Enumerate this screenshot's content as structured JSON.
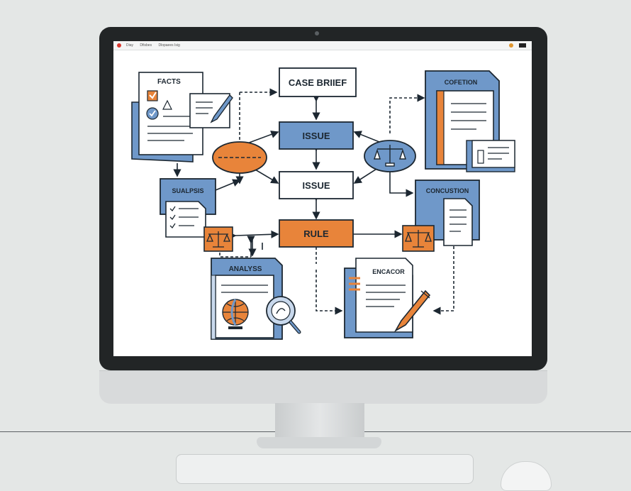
{
  "window": {
    "menu": [
      "Diay",
      "Dfisbes",
      "Dlopaees Isig"
    ]
  },
  "nodes": {
    "facts": "FACTS",
    "case_brief": "CASE BRIIEF",
    "cofetion": "COFETION",
    "issue_top": "ISSUE",
    "issue_mid": "ISSUE",
    "suaipsis": "SUALPSIS",
    "concustion": "CONCUSTION",
    "rule": "RULE",
    "analyss": "ANALYSS",
    "encacor": "ENCACOR"
  },
  "colors": {
    "blue": "#6f98c9",
    "orange": "#e8843a",
    "outline": "#1c2731",
    "paper": "#ffffff",
    "light_blue": "#c8d8ec"
  },
  "icons": [
    "checklist-icon",
    "pen-icon",
    "scales-icon",
    "globe-icon",
    "magnifier-icon",
    "document-icon"
  ]
}
